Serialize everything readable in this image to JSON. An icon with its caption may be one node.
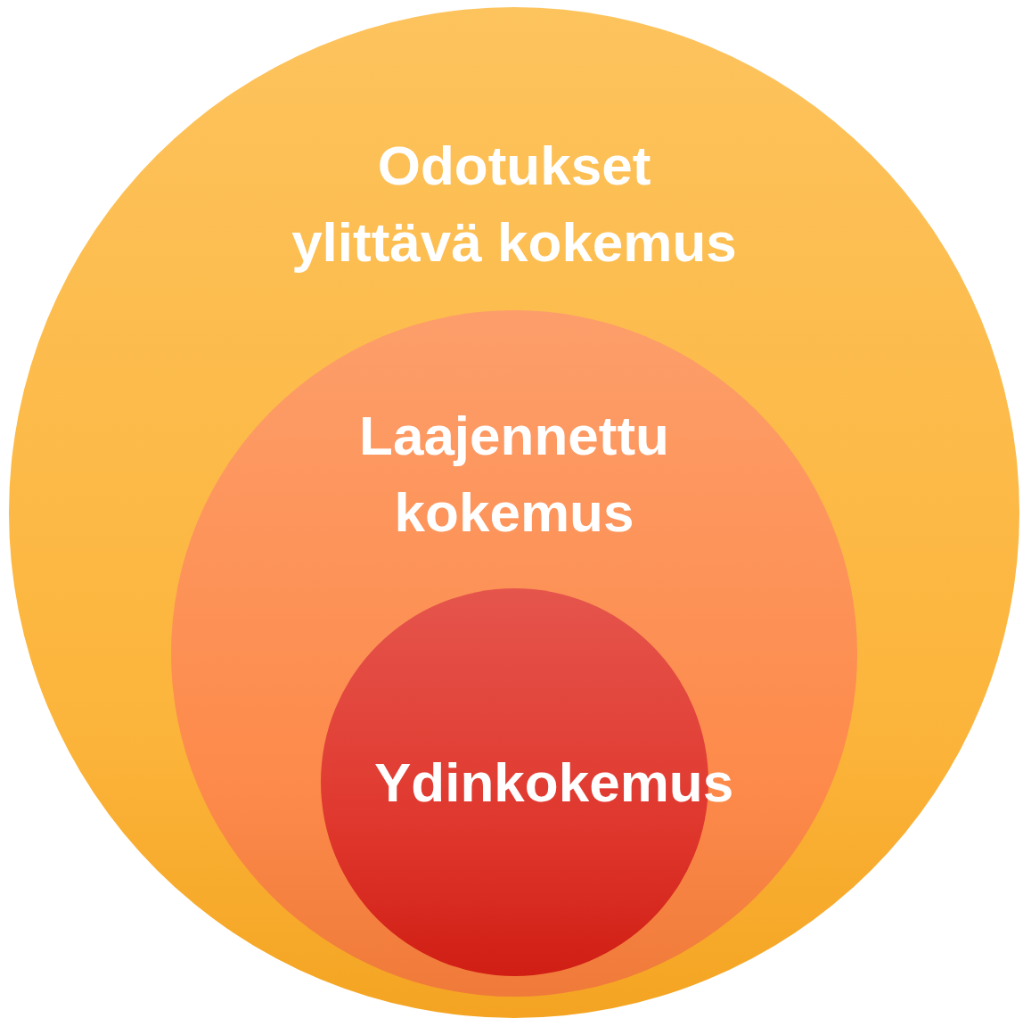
{
  "diagram": {
    "nodes": [
      {
        "text": [
          "Odotukset ylittävä kokemus"
        ]
      },
      {
        "text": [
          "Laajennettu kokemus"
        ],
        "in": 0
      },
      {
        "text": [
          "Ydinkokemus"
        ],
        "in": 1
      }
    ]
  }
}
